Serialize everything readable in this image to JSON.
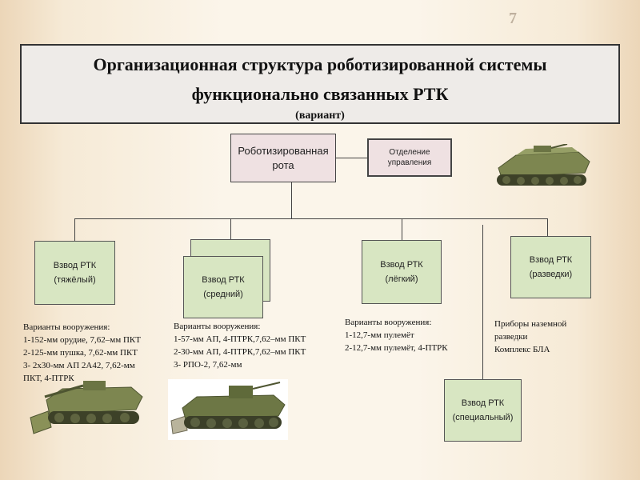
{
  "page_number": "7",
  "title": {
    "line1": "Организационная структура роботизированной системы",
    "line2": "функционально связанных  РТК",
    "subtitle": "(вариант)"
  },
  "nodes": {
    "company": {
      "line1": "Роботизированная",
      "line2": "рота"
    },
    "control": {
      "line1": "Отделение",
      "line2": "управления"
    },
    "heavy": {
      "line1": "Взвод РТК",
      "line2": "(тяжёлый)"
    },
    "medium": {
      "line1": "Взвод РТК",
      "line2": "(средний)"
    },
    "light": {
      "line1": "Взвод РТК",
      "line2": "(лёгкий)"
    },
    "recon": {
      "line1": "Взвод РТК",
      "line2": "(разведки)"
    },
    "special": {
      "line1": "Взвод РТК",
      "line2": "(специальный)"
    }
  },
  "armament": {
    "heavy": [
      "Варианты вооружения:",
      "1-152-мм орудие, 7,62–мм ПКТ",
      "2-125-мм пушка, 7,62-мм ПКТ",
      "3- 2х30-мм АП 2А42, 7,62-мм",
      "ПКТ, 4-ПТРК"
    ],
    "medium": [
      "Варианты вооружения:",
      "1-57-мм АП, 4-ПТРК,7,62–мм ПКТ",
      "2-30-мм АП, 4-ПТРК,7,62–мм ПКТ",
      "3- РПО-2,  7,62-мм"
    ],
    "light": [
      "Варианты вооружения:",
      "1-12,7-мм пулемёт",
      "2-12,7-мм пулемёт, 4-ПТРК"
    ],
    "recon": [
      "Приборы наземной",
      "разведки",
      "Комплекс БЛА"
    ]
  },
  "colors": {
    "platoon_fill": "#d8e6c2",
    "company_fill": "#efe1e2",
    "vehicle_green": "#7a8450"
  },
  "icons": [
    "tracked-vehicle-icon",
    "tracked-vehicle-icon",
    "tracked-vehicle-icon"
  ]
}
